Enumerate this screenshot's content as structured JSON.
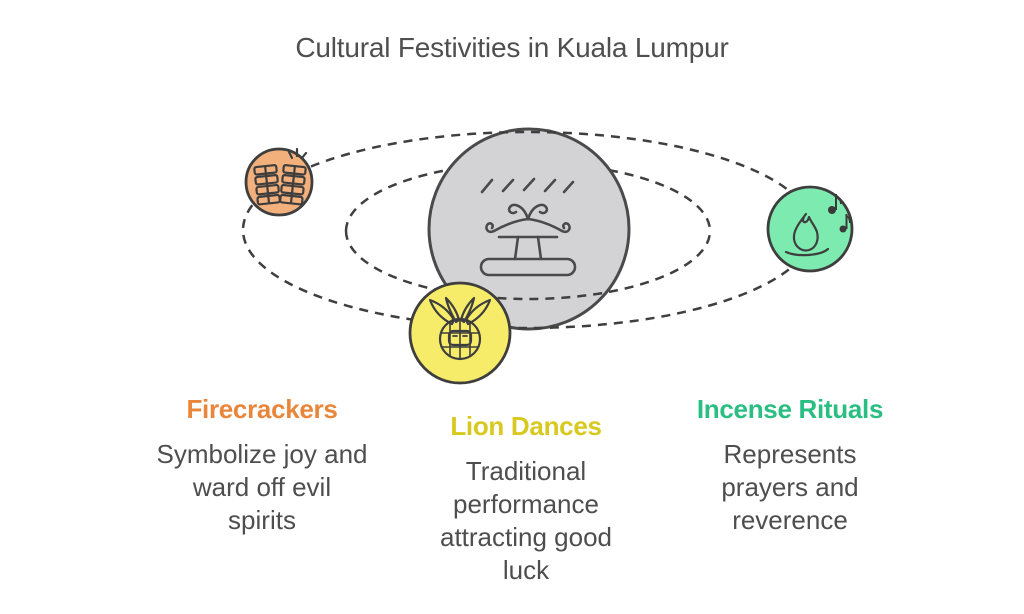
{
  "title": "Cultural Festivities in Kuala Lumpur",
  "diagram": {
    "center": {
      "icon": "incense-burner-icon",
      "circle_fill": "#D3D3D5",
      "circle_stroke": "#4A4A4A"
    },
    "orbit_stroke": "#3F3F3F"
  },
  "items": [
    {
      "id": "firecrackers",
      "heading": "Firecrackers",
      "heading_color": "#E8873B",
      "description": "Symbolize joy and\nward off evil\nspirits",
      "icon": "firecrackers-icon",
      "circle_fill": "#F2B17C"
    },
    {
      "id": "lion-dances",
      "heading": "Lion Dances",
      "heading_color": "#D8C91F",
      "description": "Traditional\nperformance\nattracting good\nluck",
      "icon": "lion-dance-mask-icon",
      "circle_fill": "#F6EC69"
    },
    {
      "id": "incense-rituals",
      "heading": "Incense Rituals",
      "heading_color": "#2BBE83",
      "description": "Represents\nprayers and\nreverence",
      "icon": "flame-and-music-icon",
      "circle_fill": "#7DEBAF"
    }
  ],
  "text_color": "#4E4E4E"
}
